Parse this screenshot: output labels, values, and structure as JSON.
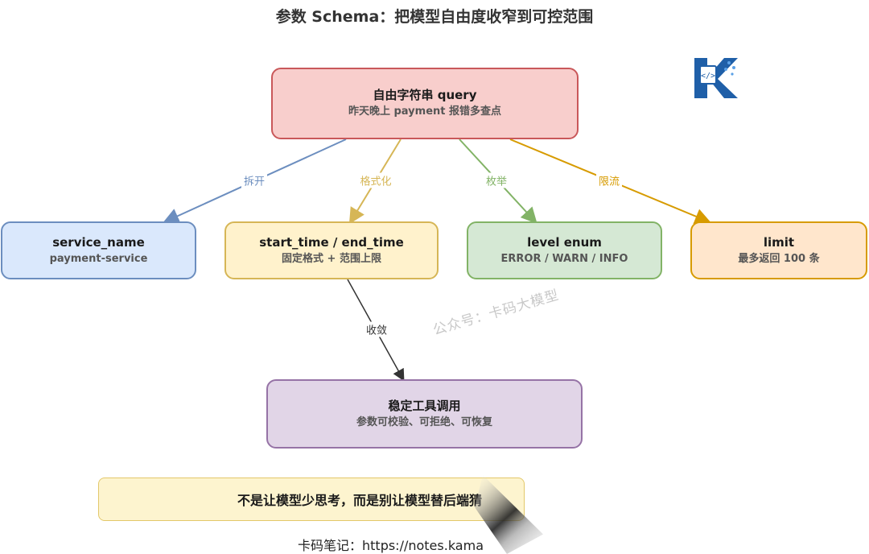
{
  "title": "参数 Schema：把模型自由度收窄到可控范围",
  "nodes": {
    "query": {
      "title": "自由字符串 query",
      "subtitle": "昨天晚上 payment 报错多查点",
      "fill": "#f8cecc",
      "stroke": "#c9585a"
    },
    "service": {
      "title": "service_name",
      "subtitle": "payment-service",
      "fill": "#dae8fc",
      "stroke": "#6c8ebf"
    },
    "time": {
      "title": "start_time / end_time",
      "subtitle": "固定格式 + 范围上限",
      "fill": "#fff2cc",
      "stroke": "#d6b656"
    },
    "level": {
      "title": "level enum",
      "subtitle": "ERROR / WARN / INFO",
      "fill": "#d5e8d4",
      "stroke": "#82b366"
    },
    "limit": {
      "title": "limit",
      "subtitle": "最多返回 100 条",
      "fill": "#ffe6cc",
      "stroke": "#d79b00"
    },
    "stable": {
      "title": "稳定工具调用",
      "subtitle": "参数可校验、可拒绝、可恢复",
      "fill": "#e1d5e7",
      "stroke": "#9673a6"
    }
  },
  "edges": [
    {
      "label": "拆开",
      "color": "#6c8ebf"
    },
    {
      "label": "格式化",
      "color": "#d6b656"
    },
    {
      "label": "枚举",
      "color": "#82b366"
    },
    {
      "label": "限流",
      "color": "#d79b00"
    },
    {
      "label": "收敛",
      "color": "#333333"
    }
  ],
  "watermark": "公众号：卡码大模型",
  "banner": "不是让模型少思考，而是别让模型替后端猜",
  "footer": "卡码笔记：https://notes.kama",
  "logo_icon": "kama-logo-icon"
}
